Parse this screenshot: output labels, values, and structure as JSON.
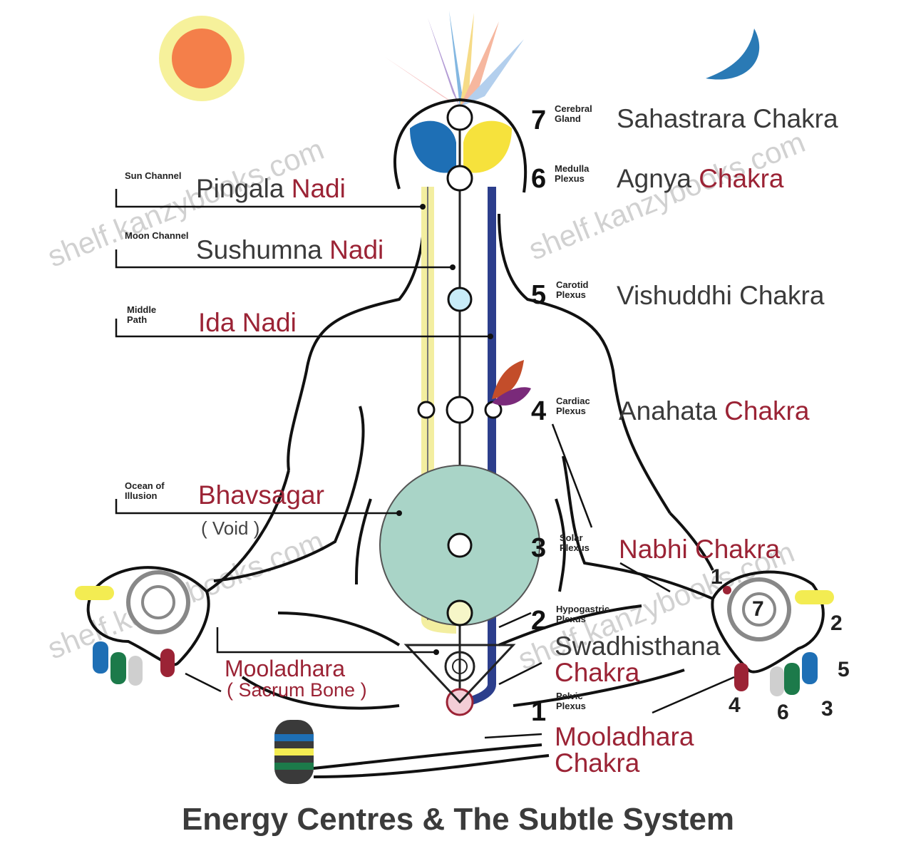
{
  "title": "Energy Centres & The Subtle System",
  "watermark": "shelf.kanzybooks.com",
  "chakras": [
    {
      "number": "7",
      "plexus": "Cerebral Gland",
      "name": "Sahastrara Chakra"
    },
    {
      "number": "6",
      "plexus": "Medulla Plexus",
      "name_a": "Agnya",
      "name_b": "Chakra"
    },
    {
      "number": "5",
      "plexus": "Carotid Plexus",
      "name": "Vishuddhi Chakra"
    },
    {
      "number": "4",
      "plexus": "Cardiac Plexus",
      "name_a": "Anahata",
      "name_b": "Chakra"
    },
    {
      "number": "3",
      "plexus": "Solar Plexus",
      "name_a": "Nabhi",
      "name_b": "Chakra"
    },
    {
      "number": "2",
      "plexus": "Hypogastric Plexus",
      "name_a": "Swadhisthana",
      "name_b": "Chakra"
    },
    {
      "number": "1",
      "plexus": "Pelvic Plexus",
      "name_a": "Mooladhara",
      "name_b": "Chakra"
    }
  ],
  "nadis": [
    {
      "channel": "Sun Channel",
      "name_a": "Pingala",
      "name_b": "Nadi"
    },
    {
      "channel": "Moon Channel",
      "name_a": "Sushumna",
      "name_b": "Nadi"
    },
    {
      "channel": "Middle Path",
      "name_a": "Ida",
      "name_b": "Nadi"
    }
  ],
  "bhavsagar": {
    "channel": "Ocean of Illusion",
    "name": "Bhavsagar",
    "sub": "( Void )"
  },
  "mooladhara": {
    "name": "Mooladhara",
    "sub": "( Sacrum Bone )"
  },
  "right_hand_numbers": [
    "1",
    "7",
    "2",
    "5",
    "4",
    "6",
    "3"
  ],
  "colors": {
    "sun_core": "#f47f4a",
    "sun_halo": "#f5ef8a",
    "moon": "#2a7ab5",
    "left_channel": "#f3eea0",
    "right_channel": "#2c3e8c",
    "void": "#a9d4c7",
    "label_red": "#9b2335"
  }
}
